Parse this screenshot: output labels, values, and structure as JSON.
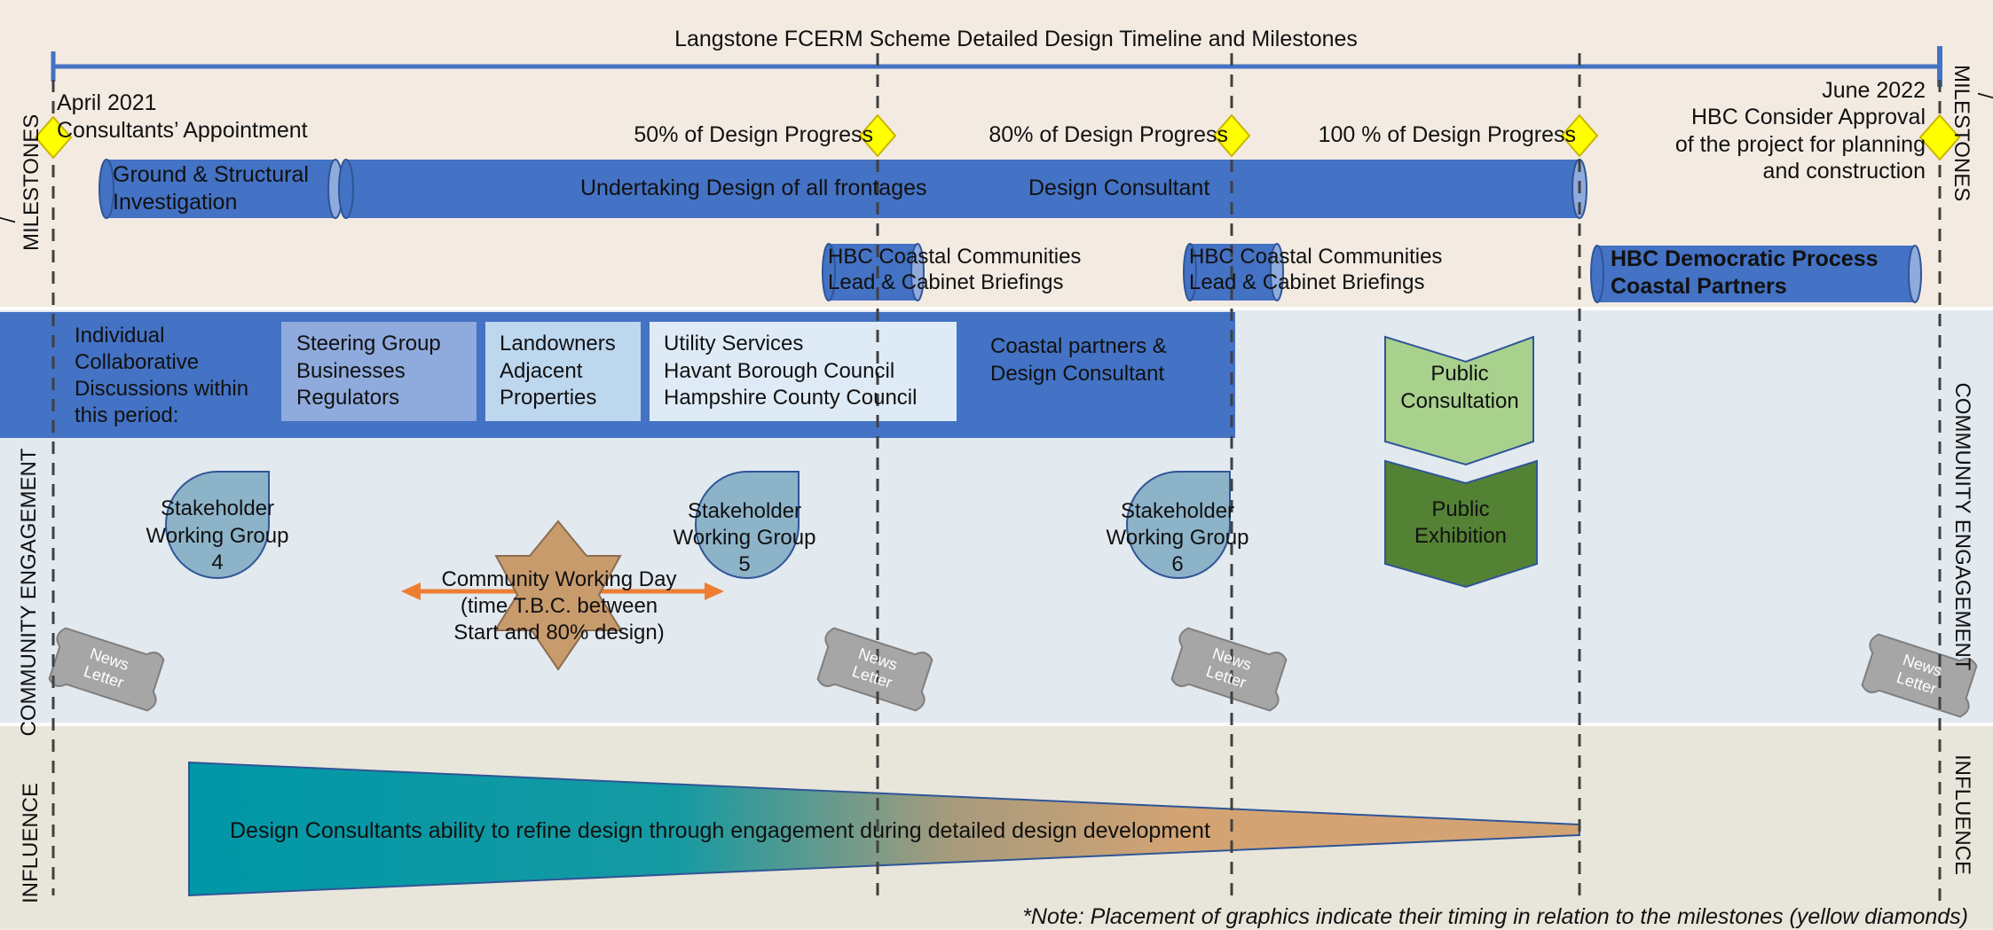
{
  "title": "Langstone FCERM Scheme Detailed Design Timeline and Milestones",
  "side_labels": {
    "activities": "ACTIVITIES / MILESTONES",
    "community": "COMMUNITY ENGAGEMENT",
    "influence": "INFLUENCE"
  },
  "milestones": {
    "start_date": "April 2021",
    "start_label": "Consultants’ Appointment",
    "m50": "50% of Design Progress",
    "m80": "80% of Design Progress",
    "m100": "100 % of Design Progress",
    "end_date": "June 2022",
    "end_label_1": "HBC Consider Approval",
    "end_label_2": "of the project for planning",
    "end_label_3": "and  construction"
  },
  "activities": {
    "ground_1": "Ground & Structural",
    "ground_2": "Investigation",
    "design_all": "Undertaking Design of all frontages",
    "design_consultant": "Design Consultant",
    "briefing_1_a": "HBC Coastal Communities",
    "briefing_1_b": "Lead & Cabinet Briefings",
    "briefing_2_a": "HBC Coastal Communities",
    "briefing_2_b": "Lead & Cabinet Briefings",
    "democratic_1": "HBC Democratic Process",
    "democratic_2": "Coastal Partners"
  },
  "discussions": {
    "intro": [
      "Individual",
      "Collaborative",
      "Discussions within",
      "this period:"
    ],
    "steering": [
      "Steering Group",
      "Businesses",
      "Regulators"
    ],
    "landowners": [
      "Landowners",
      "Adjacent",
      "Properties"
    ],
    "utilities": [
      "Utility Services",
      "Havant Borough Council",
      "Hampshire County Council"
    ],
    "coastal": [
      "Coastal partners &",
      "Design Consultant"
    ]
  },
  "engagement": {
    "swg4": [
      "Stakeholder",
      "Working Group",
      "4"
    ],
    "swg5": [
      "Stakeholder",
      "Working Group",
      "5"
    ],
    "swg6": [
      "Stakeholder",
      "Working Group",
      "6"
    ],
    "cwd": [
      "Community Working Day",
      "(time T.B.C. between",
      "Start and 80% design)"
    ],
    "consultation": [
      "Public",
      "Consultation"
    ],
    "exhibition": [
      "Public",
      "Exhibition"
    ],
    "newsletter": [
      "News",
      "Letter"
    ]
  },
  "influence_text": "Design Consultants ability to refine design through engagement during detailed  design development",
  "note": "*Note: Placement of graphics indicate their timing in relation to the milestones (yellow diamonds)",
  "colors": {
    "top_band": "#f3ebe2",
    "mid_band": "#e2e9ef",
    "bottom_band": "#e8e6da",
    "blue": "#4472c4",
    "light_blue_1": "#8faadc",
    "light_blue_2": "#bdd7ee",
    "light_blue_3": "#deebf7",
    "diamond": "#ffff00",
    "swg": "#8db3c9",
    "star": "#c89b6d",
    "arrow": "#ed7d31",
    "consult_green": "#a9d18e",
    "exhibit_green": "#548235",
    "teal": "#0097a7",
    "tan": "#d4a373",
    "news_grey": "#a6a6a6"
  }
}
